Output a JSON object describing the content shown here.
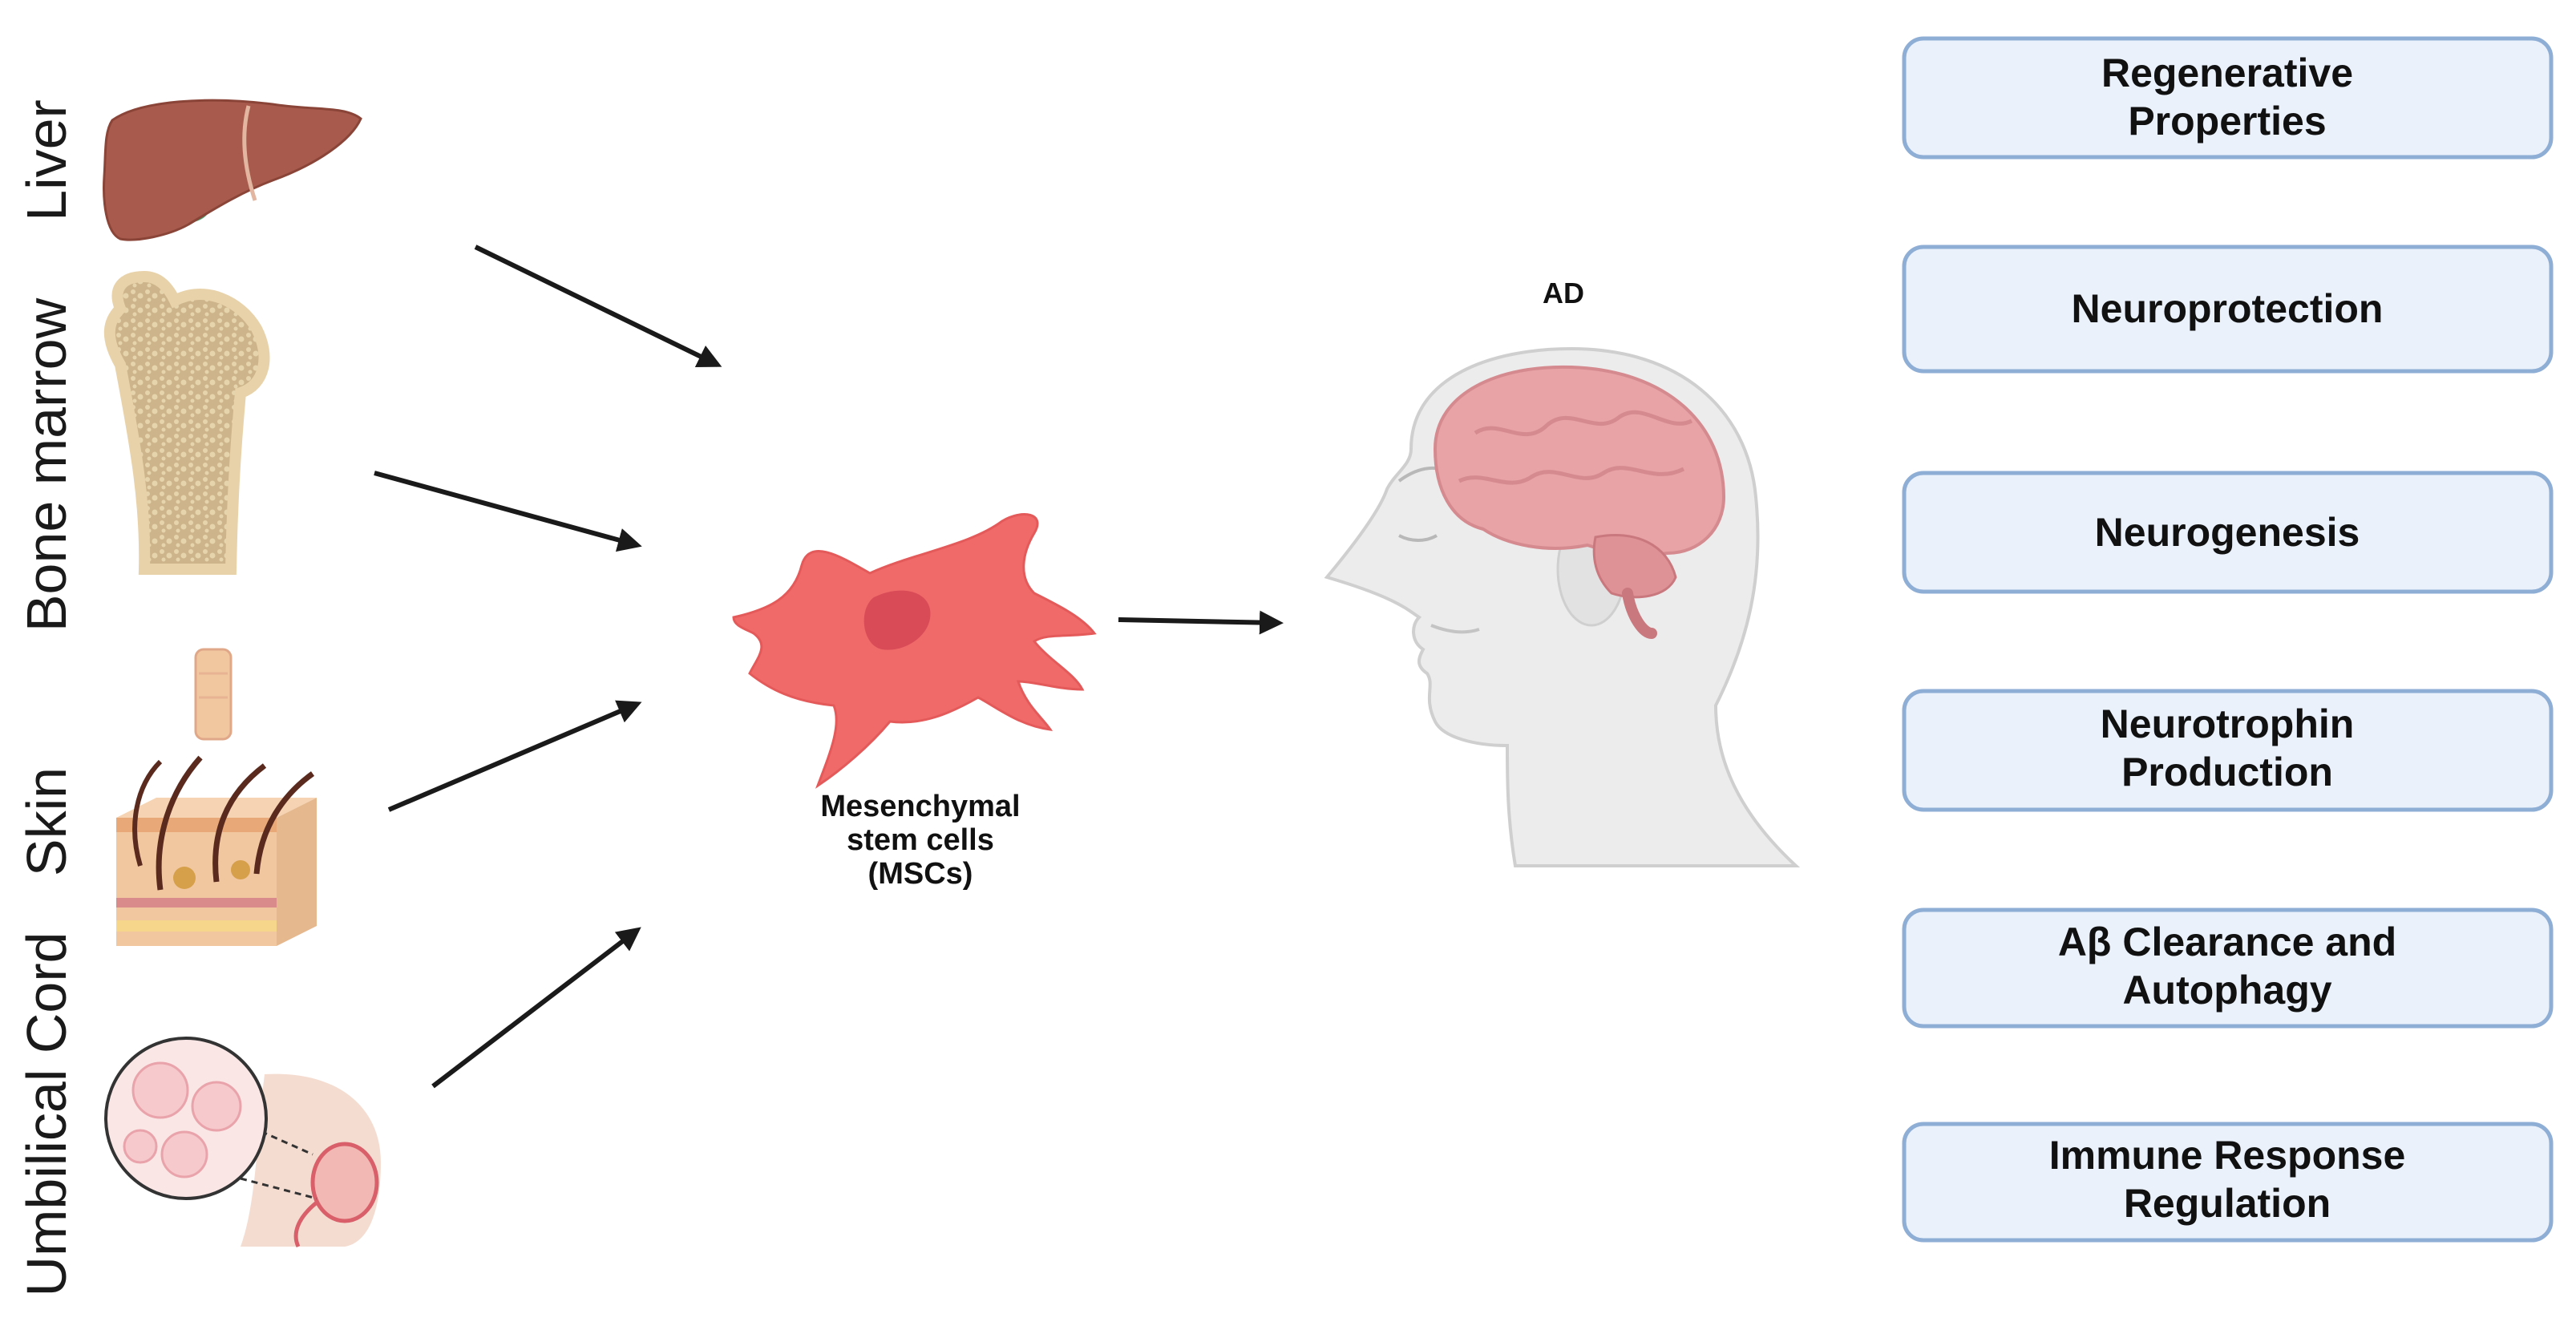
{
  "sources": [
    {
      "label": "Liver",
      "icon": "liver-icon"
    },
    {
      "label": "Bone marrow",
      "icon": "bone-marrow-icon"
    },
    {
      "label": "Skin",
      "icon": "skin-icon"
    },
    {
      "label": "Umbilical Cord",
      "icon": "umbilical-cord-icon"
    }
  ],
  "center": {
    "label_lines": [
      "Mesenchymal",
      "stem cells",
      "(MSCs)"
    ],
    "icon": "mesenchymal-stem-cell-icon"
  },
  "target": {
    "label": "AD",
    "icon": "human-head-brain-icon"
  },
  "effects": [
    {
      "lines": [
        "Regenerative",
        "Properties"
      ]
    },
    {
      "lines": [
        "Neuroprotection"
      ]
    },
    {
      "lines": [
        "Neurogenesis"
      ]
    },
    {
      "lines": [
        "Neurotrophin",
        "Production"
      ]
    },
    {
      "lines": [
        "Aβ Clearance and",
        "Autophagy"
      ]
    },
    {
      "lines": [
        "Immune Response",
        "Regulation"
      ]
    }
  ],
  "colors": {
    "liver": "#a85a4c",
    "bone": "#e8d2aa",
    "skin": "#f1c7a0",
    "cell": "#f06a6a",
    "cell_nucleus": "#d94c57",
    "brain": "#e7a3a6",
    "head": "#ececec",
    "box_fill": "#eaf1fb",
    "box_border": "#8faed6",
    "arrow": "#1a1a1a"
  }
}
